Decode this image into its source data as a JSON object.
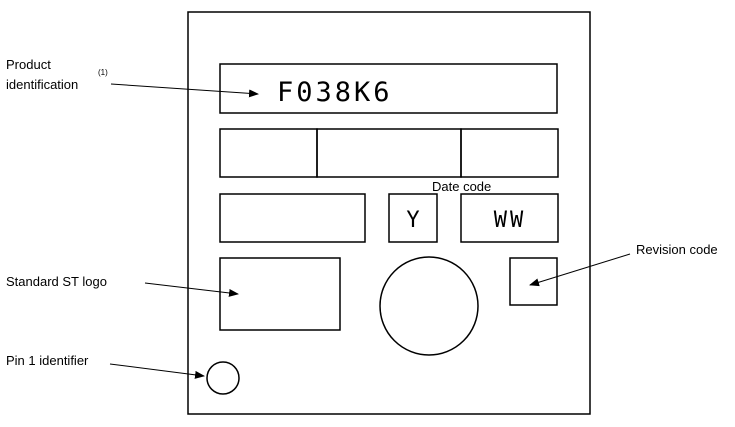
{
  "labels": {
    "product_identification_line1": "Product",
    "product_identification_line2": "identification",
    "note_ref": "(1)",
    "date_code": "Date code",
    "revision_code": "Revision code",
    "standard_st_logo": "Standard ST logo",
    "pin1_identifier": "Pin 1 identifier"
  },
  "marking": {
    "product_id": "F038K6",
    "year": "Y",
    "week": "WW"
  },
  "colors": {
    "stroke": "#000000",
    "background": "#ffffff"
  }
}
